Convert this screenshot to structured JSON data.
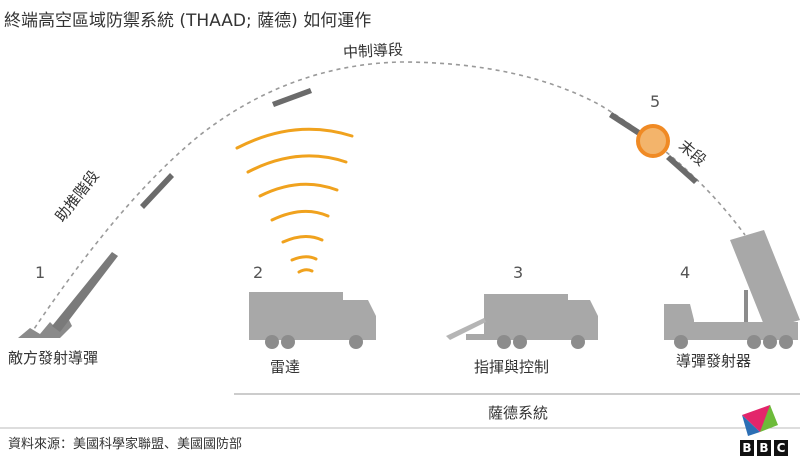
{
  "title": "終端高空區域防禦系統 (THAAD; 薩德) 如何運作",
  "phases": {
    "boost": "助推階段",
    "midcourse": "中制導段",
    "terminal": "末段"
  },
  "components": [
    {
      "number": "1",
      "label": "敵方發射導彈"
    },
    {
      "number": "2",
      "label": "雷達"
    },
    {
      "number": "3",
      "label": "指揮與控制"
    },
    {
      "number": "4",
      "label": "導彈發射器"
    }
  ],
  "intercept_number": "5",
  "system_label": "薩德系統",
  "source": "資料來源：美國科學家聯盟、美國國防部",
  "logo_text": [
    "B",
    "B",
    "C"
  ],
  "colors": {
    "vehicle_grey": "#a8a8a8",
    "radar_wave": "#f0a21e",
    "intercept_orange": "#f08a24",
    "path_grey": "#9a9a9a",
    "missile_dark": "#6b6b6b"
  }
}
